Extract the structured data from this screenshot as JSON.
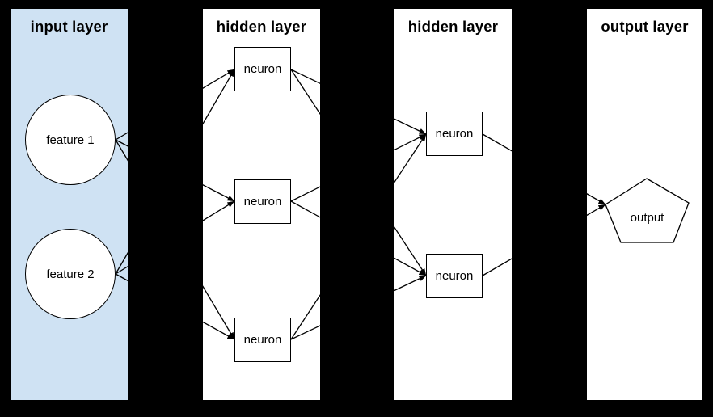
{
  "diagram_type": "neural-network",
  "panels": [
    {
      "id": "p1",
      "title": "input layer"
    },
    {
      "id": "p2",
      "title": "hidden layer"
    },
    {
      "id": "p3",
      "title": "hidden layer"
    },
    {
      "id": "p4",
      "title": "output layer"
    }
  ],
  "nodes": [
    {
      "id": "f1",
      "label": "feature 1",
      "shape": "circle",
      "layer": "input layer"
    },
    {
      "id": "f2",
      "label": "feature 2",
      "shape": "circle",
      "layer": "input layer"
    },
    {
      "id": "n1",
      "label": "neuron",
      "shape": "rect",
      "layer": "hidden layer 1"
    },
    {
      "id": "n2",
      "label": "neuron",
      "shape": "rect",
      "layer": "hidden layer 1"
    },
    {
      "id": "n3",
      "label": "neuron",
      "shape": "rect",
      "layer": "hidden layer 1"
    },
    {
      "id": "m1",
      "label": "neuron",
      "shape": "rect",
      "layer": "hidden layer 2"
    },
    {
      "id": "m2",
      "label": "neuron",
      "shape": "rect",
      "layer": "hidden layer 2"
    },
    {
      "id": "out",
      "label": "output",
      "shape": "pentagon",
      "layer": "output layer"
    }
  ],
  "edges": [
    {
      "from": "f1",
      "to": "n1"
    },
    {
      "from": "f1",
      "to": "n2"
    },
    {
      "from": "f1",
      "to": "n3"
    },
    {
      "from": "f2",
      "to": "n1"
    },
    {
      "from": "f2",
      "to": "n2"
    },
    {
      "from": "f2",
      "to": "n3"
    },
    {
      "from": "n1",
      "to": "m1"
    },
    {
      "from": "n1",
      "to": "m2"
    },
    {
      "from": "n2",
      "to": "m1"
    },
    {
      "from": "n2",
      "to": "m2"
    },
    {
      "from": "n3",
      "to": "m1"
    },
    {
      "from": "n3",
      "to": "m2"
    },
    {
      "from": "m1",
      "to": "out"
    },
    {
      "from": "m2",
      "to": "out"
    }
  ],
  "colors": {
    "canvas_background": "#000000",
    "input_panel_fill": "#cfe2f3",
    "hidden_panel_fill": "#ffffff",
    "shape_fill": "#ffffff",
    "line_color": "#000000"
  }
}
